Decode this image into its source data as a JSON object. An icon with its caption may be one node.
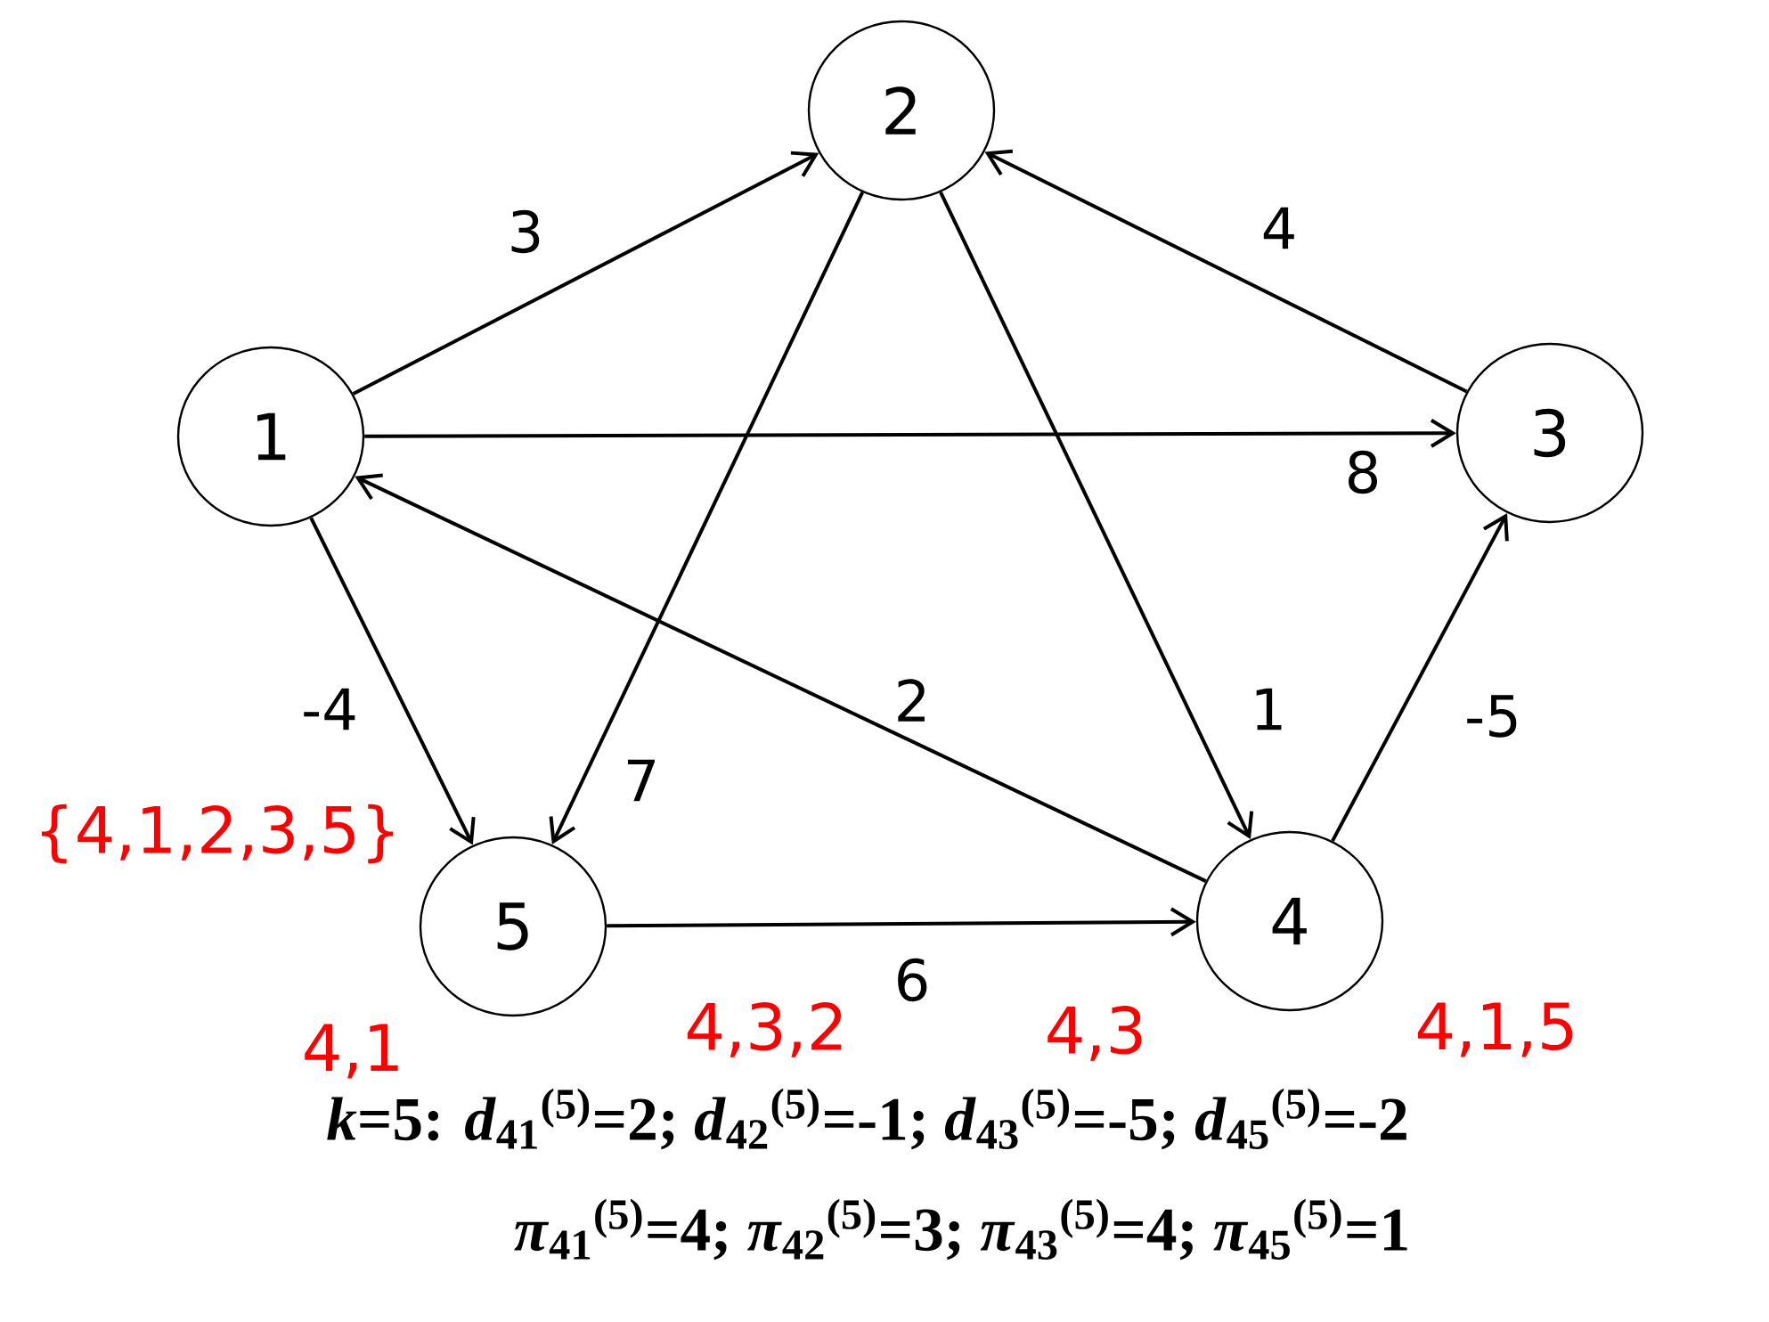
{
  "diagram": {
    "nodes": [
      {
        "text": [
          "1"
        ]
      },
      {
        "text": [
          "2"
        ]
      },
      {
        "text": [
          "3"
        ]
      },
      {
        "text": [
          "4"
        ]
      },
      {
        "text": [
          "5"
        ]
      }
    ],
    "edges": [
      {
        "from": 0,
        "to": 1,
        "arrow": "to",
        "label": "3"
      },
      {
        "from": 0,
        "to": 2,
        "arrow": "to",
        "label": "8"
      },
      {
        "from": 0,
        "to": 4,
        "arrow": "to",
        "label": "-4"
      },
      {
        "from": 1,
        "to": 4,
        "arrow": "to",
        "label": "7"
      },
      {
        "from": 1,
        "to": 3,
        "arrow": "to",
        "label": "1"
      },
      {
        "from": 2,
        "to": 1,
        "arrow": "to",
        "label": "4"
      },
      {
        "from": 3,
        "to": 0,
        "arrow": "to",
        "label": "2"
      },
      {
        "from": 3,
        "to": 2,
        "arrow": "to",
        "label": "-5"
      },
      {
        "from": 4,
        "to": 3,
        "arrow": "to",
        "label": "6"
      }
    ],
    "labels": [
      "{4,1,2,3,5}",
      "4,1",
      "4,3,2",
      "4,3",
      "4,1,5",
      "*k*=5: *d*$_{41}$$^{(5)}$=2; *d*$_{42}$$^{(5)}$=-1; *d*$_{43}$$^{(5)}$=-5; *d*$_{45}$$^{(5)}$=-2",
      "*π*$_{41}$$^{(5)}$=4; *π*$_{42}$$^{(5)}$=3; *π*$_{43}$$^{(5)}$=4; *π*$_{45}$$^{(5)}$=1"
    ]
  }
}
